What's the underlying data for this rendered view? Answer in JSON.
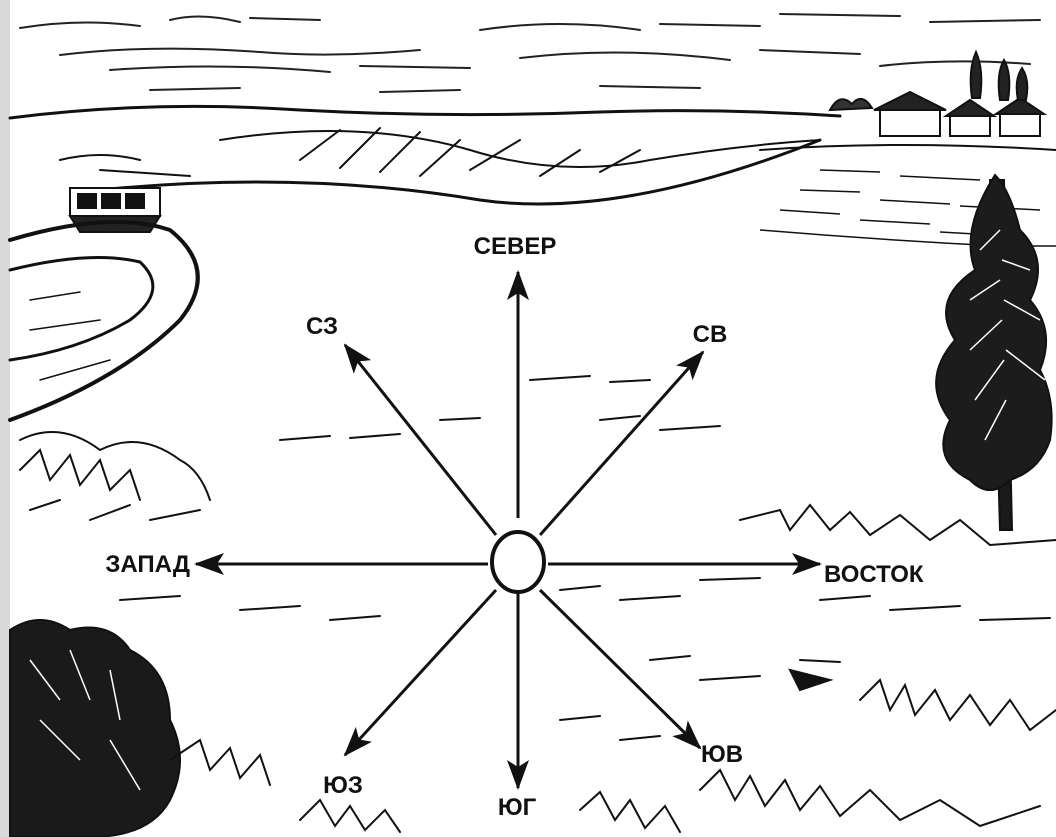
{
  "compass": {
    "center": {
      "shape": "circle"
    },
    "directions": [
      {
        "key": "n",
        "label": "СЕВЕР"
      },
      {
        "key": "ne",
        "label": "СВ"
      },
      {
        "key": "e",
        "label": "ВОСТОК"
      },
      {
        "key": "se",
        "label": "ЮВ"
      },
      {
        "key": "s",
        "label": "ЮГ"
      },
      {
        "key": "sw",
        "label": "ЮЗ"
      },
      {
        "key": "w",
        "label": "ЗАПАД"
      },
      {
        "key": "nw",
        "label": "СЗ"
      }
    ]
  },
  "colors": {
    "ink": "#111111",
    "paper": "#ffffff",
    "frame": "#d9d9d9"
  }
}
